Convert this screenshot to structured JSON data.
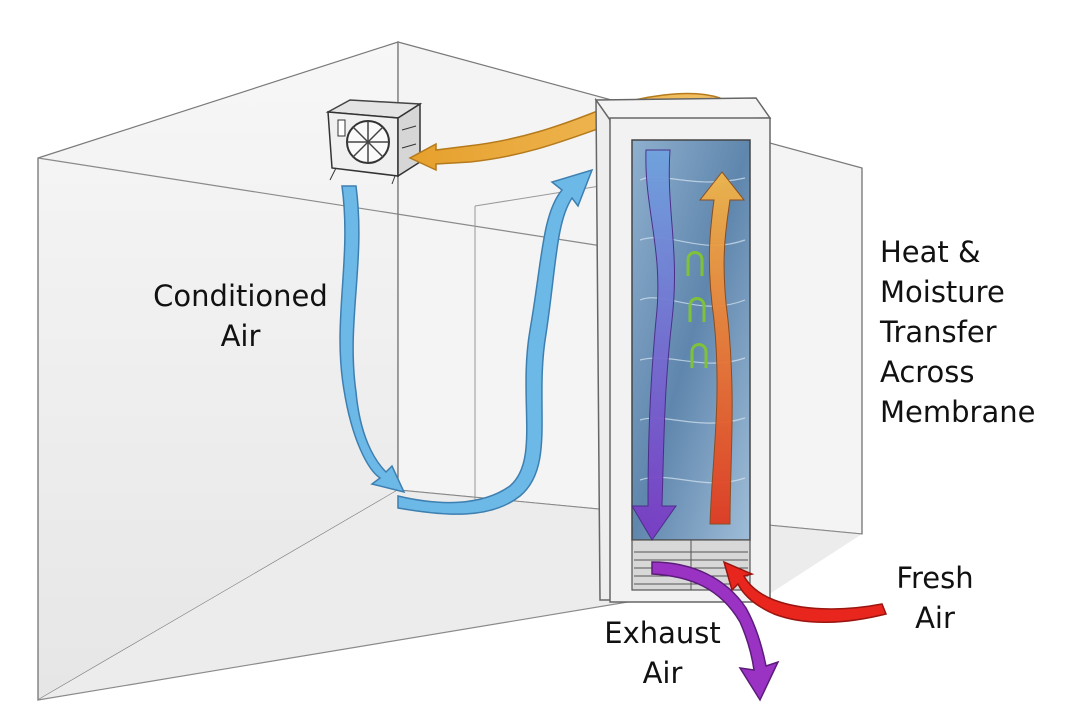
{
  "labels": {
    "conditioned_air": [
      "Conditioned",
      "Air"
    ],
    "heat_moisture": [
      "Heat &",
      "Moisture",
      "Transfer",
      "Across",
      "Membrane"
    ],
    "fresh_air": [
      "Fresh",
      "Air"
    ],
    "exhaust_air": [
      "Exhaust",
      "Air"
    ]
  },
  "colors": {
    "conditioned_air": "#6cb8e6",
    "warm_transfer": "#e8a234",
    "fresh_air": "#e8261d",
    "exhaust_air": "#9a32c4",
    "membrane": "#6a8bb0",
    "wall": "#f2f2f2",
    "edge": "#7a7a7a"
  }
}
